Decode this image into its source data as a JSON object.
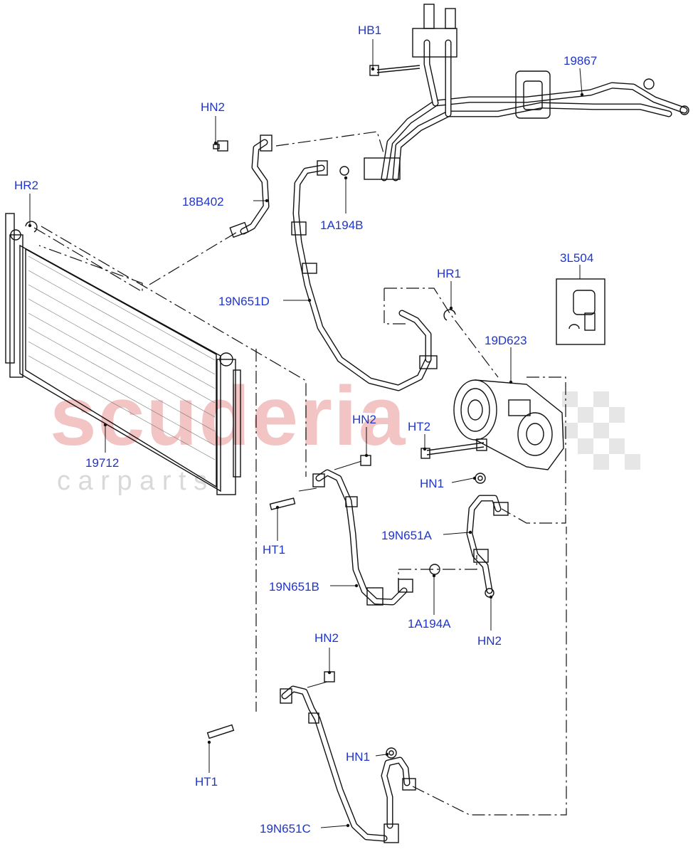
{
  "watermark": {
    "brand": "scuderia",
    "tagline": "c a r   p a r t s"
  },
  "callouts": {
    "hb1": "HB1",
    "p19867": "19867",
    "hn2_top": "HN2",
    "hr2": "HR2",
    "p18b402": "18B402",
    "p1a194b": "1A194B",
    "p3l504": "3L504",
    "hr1": "HR1",
    "p19n651d": "19N651D",
    "p19d623": "19D623",
    "ht2": "HT2",
    "hn2_mid": "HN2",
    "p19712": "19712",
    "hn1_mid": "HN1",
    "p19n651a": "19N651A",
    "ht1_mid": "HT1",
    "p19n651b": "19N651B",
    "p1a194a": "1A194A",
    "hn2_right": "HN2",
    "hn2_low": "HN2",
    "hn1_low": "HN1",
    "ht1_low": "HT1",
    "p19n651c": "19N651C"
  }
}
